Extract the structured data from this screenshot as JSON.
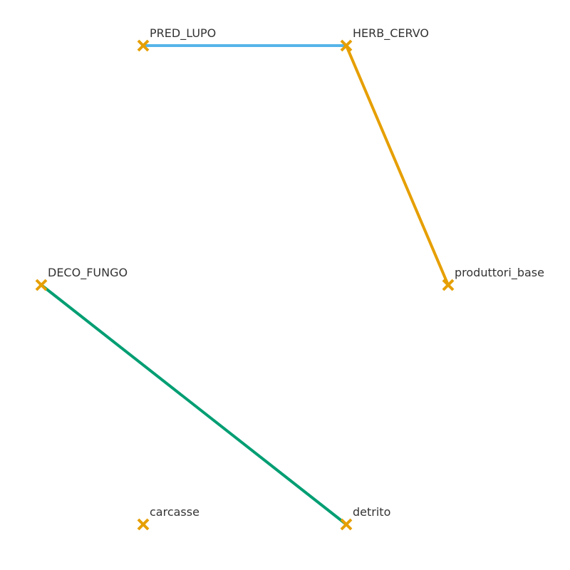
{
  "graph": {
    "nodes": [
      {
        "id": "PRED_LUPO",
        "label": "PRED_LUPO"
      },
      {
        "id": "HERB_CERVO",
        "label": "HERB_CERVO"
      },
      {
        "id": "DECO_FUNGO",
        "label": "DECO_FUNGO"
      },
      {
        "id": "produttori_base",
        "label": "produttori_base"
      },
      {
        "id": "carcasse",
        "label": "carcasse"
      },
      {
        "id": "detrito",
        "label": "detrito"
      }
    ],
    "edges": [
      {
        "source": "PRED_LUPO",
        "target": "HERB_CERVO",
        "color": "#56B4E9"
      },
      {
        "source": "HERB_CERVO",
        "target": "produttori_base",
        "color": "#E69F00"
      },
      {
        "source": "DECO_FUNGO",
        "target": "detrito",
        "color": "#009E73"
      }
    ],
    "marker": {
      "shape": "x",
      "color": "#E69F00"
    }
  }
}
